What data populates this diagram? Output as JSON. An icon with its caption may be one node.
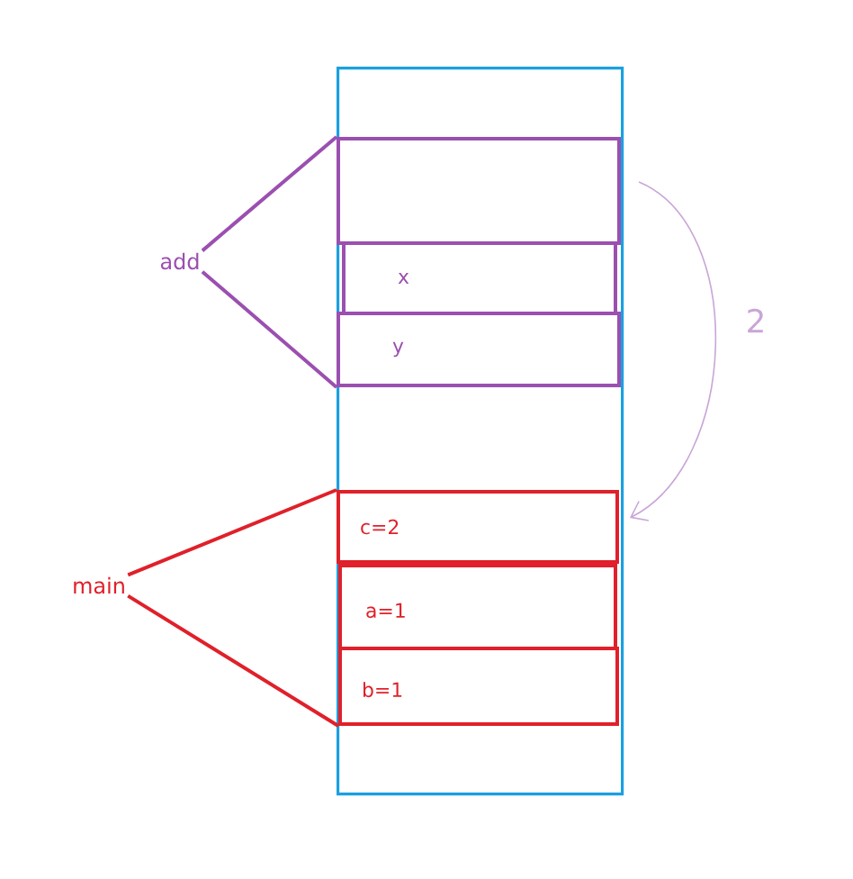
{
  "diagram": {
    "nodes": [
      {
        "text": [],
        "shape": "box"
      },
      {
        "text": [],
        "shape": "box",
        "in": 0
      },
      {
        "text": [
          "x"
        ],
        "in": 0
      },
      {
        "text": [
          "y"
        ],
        "in": 0
      },
      {
        "text": [
          "c=2"
        ],
        "in": 0
      },
      {
        "text": [
          "a=1"
        ],
        "in": 0
      },
      {
        "text": [
          "b=1"
        ],
        "in": 0
      },
      {
        "text": [
          "add"
        ]
      },
      {
        "text": [
          "main"
        ]
      }
    ],
    "edges": [
      {
        "from": 7,
        "to": 1,
        "arrow": "none",
        "color": "#9b4fb0"
      },
      {
        "from": 7,
        "to": 3,
        "arrow": "none",
        "color": "#9b4fb0"
      },
      {
        "from": 8,
        "to": 4,
        "arrow": "none",
        "color": "#e0202a"
      },
      {
        "from": 8,
        "to": 6,
        "arrow": "none",
        "color": "#e0202a"
      },
      {
        "from": 1,
        "to": 4,
        "arrow": "to",
        "label": "2",
        "color": "#c9a6d6"
      }
    ]
  }
}
